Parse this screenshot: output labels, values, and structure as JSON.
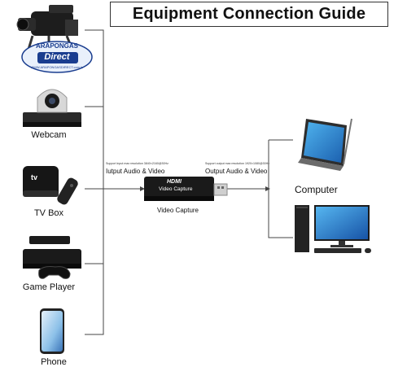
{
  "title": "Equipment Connection Guide",
  "watermark": {
    "top": "ARAPONGAS",
    "middle": "Direct",
    "bottom": "WWW.ARAPONGASDIRECT.com.br"
  },
  "sources": {
    "webcam": "Webcam",
    "tv_box": "TV Box",
    "game_player": "Game Player",
    "phone": "Phone"
  },
  "input_note": "Support input max resolution 3840×2160@30Hz",
  "input_label": "Iutput Audio & Video",
  "output_note": "Support output max resolution 1920×1080@30Hz",
  "output_label": "Output Audio & Video",
  "device": {
    "brand": "HDMI",
    "name": "Video Capture",
    "label": "Video Capture"
  },
  "target": "Computer",
  "tv_box_brand": "tv",
  "colors": {
    "line": "#444444",
    "device": "#1a1a1a",
    "screen": "#2a8ad8"
  }
}
